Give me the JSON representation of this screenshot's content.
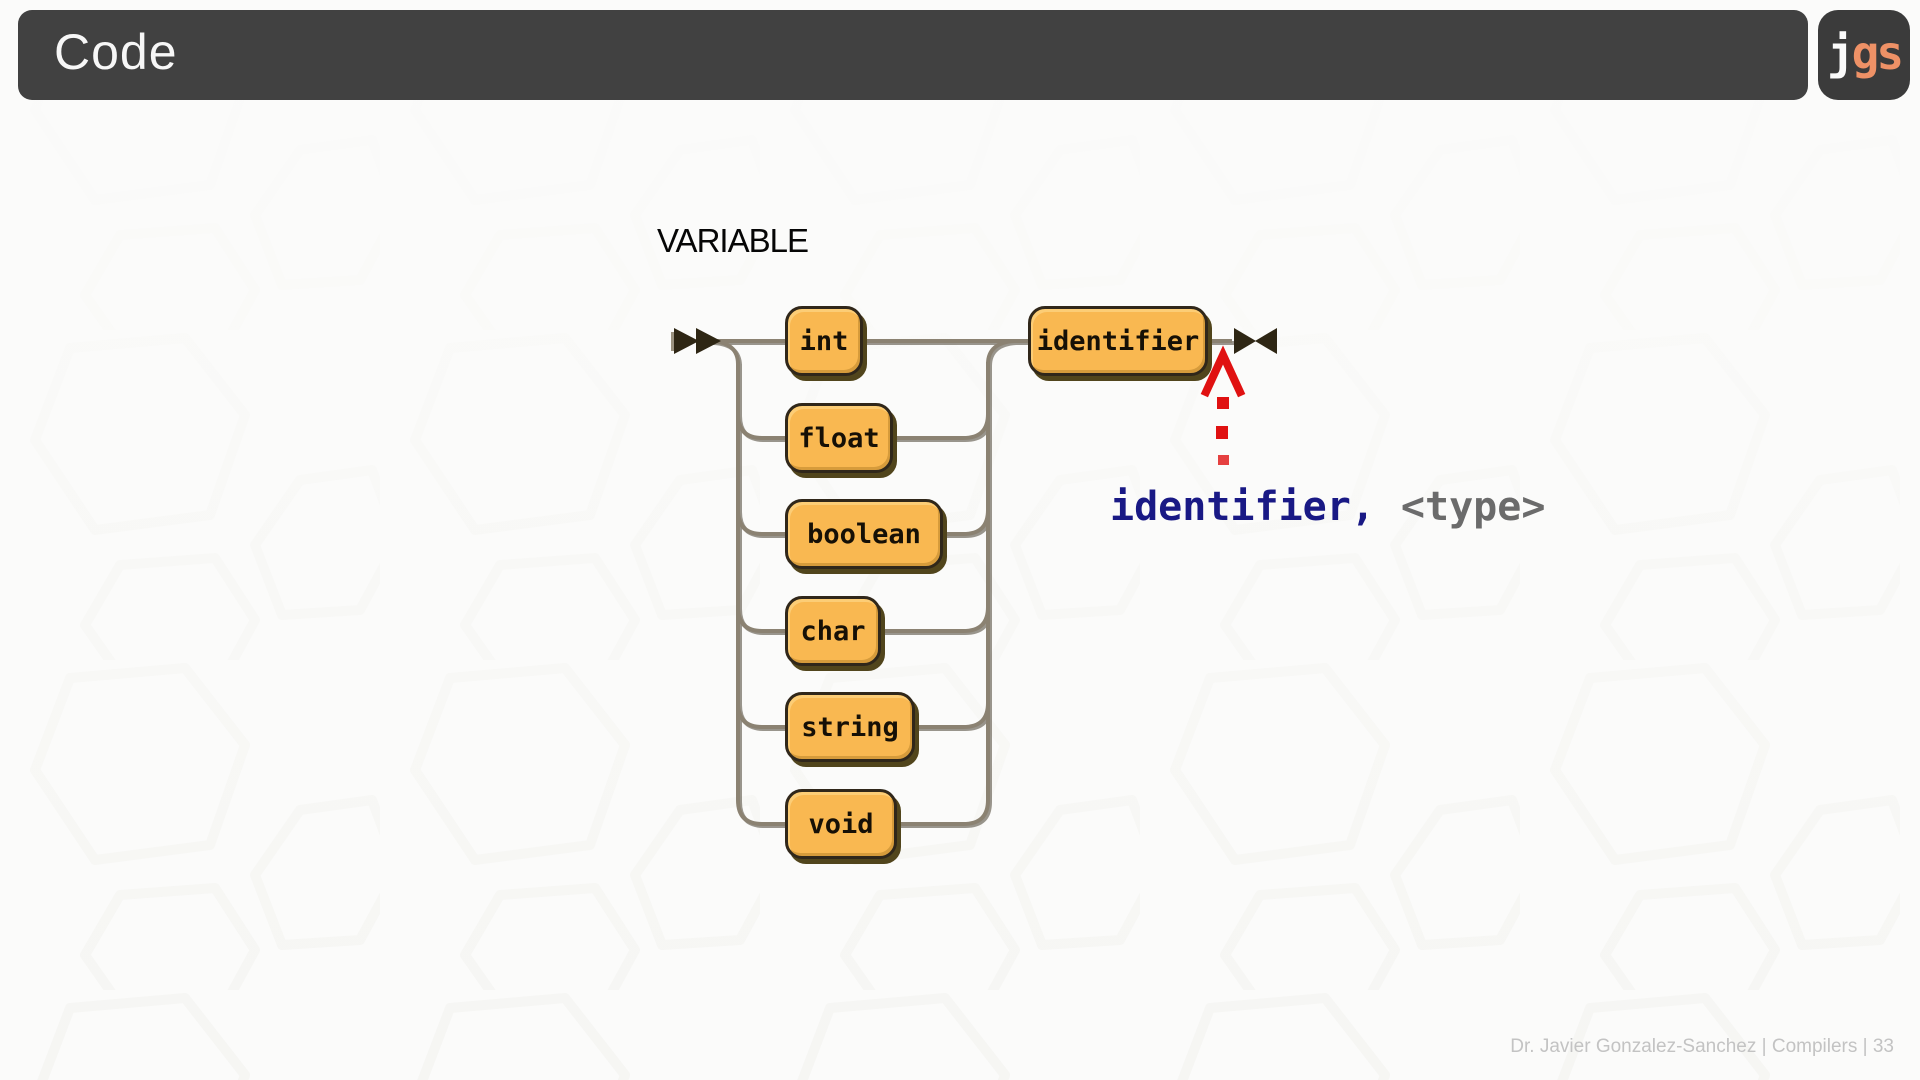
{
  "header": {
    "title": "Code",
    "logo": {
      "j": "j",
      "gs": "gs"
    }
  },
  "diagram": {
    "heading": "VARIABLE",
    "options": [
      "int",
      "float",
      "boolean",
      "char",
      "string",
      "void"
    ],
    "terminal": "identifier",
    "annotation": {
      "highlight": "identifier,",
      "rest": "<type>"
    }
  },
  "footer": {
    "credit": "Dr. Javier Gonzalez-Sanchez | Compilers | 33"
  },
  "colors": {
    "header_bg": "#414141",
    "logo_badge_bg": "#3b3b3b",
    "logo_orange": "#ee9166",
    "node_fill": "#f9b851",
    "node_border": "#30271a",
    "node_shadow": "#51451c",
    "rail_line": "#8b8272",
    "arrow_dark": "#2e2614",
    "pointer_red": "#e01111",
    "annotation_blue": "#191985",
    "annotation_gray": "#6b6b6b",
    "footer_gray": "#c3c3c3",
    "background": "#fbfbfa"
  }
}
